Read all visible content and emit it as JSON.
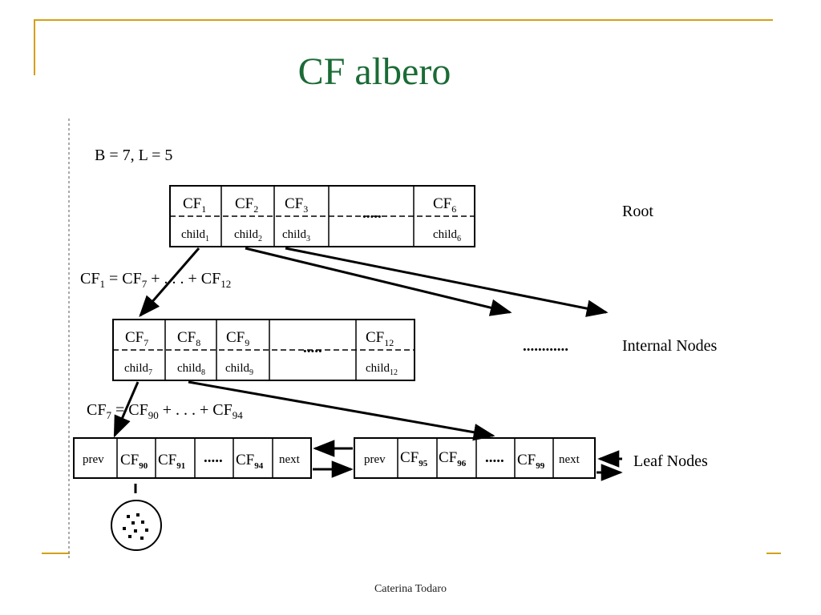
{
  "slide": {
    "title": "CF albero",
    "footer": "Caterina Todaro"
  },
  "diagram": {
    "params": "B = 7, L = 5",
    "labels": {
      "root": "Root",
      "internal": "Internal Nodes",
      "leaf": "Leaf Nodes",
      "internal_dots": "............"
    },
    "eq1": {
      "lhs_base": "CF",
      "lhs_sub": "1",
      "mid_base": "CF",
      "mid_sub": "7",
      "mid_tail": " + . . . + ",
      "rhs_base": "CF",
      "rhs_sub": "12",
      "eq": " = "
    },
    "eq2": {
      "lhs_base": "CF",
      "lhs_sub": "7",
      "mid_base": "CF",
      "mid_sub": "90",
      "mid_tail": " + . . . + ",
      "rhs_base": "CF",
      "rhs_sub": "94",
      "eq": " = "
    },
    "root_node": {
      "cells": [
        {
          "top_base": "CF",
          "top_sub": "1",
          "bot_base": "child",
          "bot_sub": "1"
        },
        {
          "top_base": "CF",
          "top_sub": "2",
          "bot_base": "child",
          "bot_sub": "2"
        },
        {
          "top_base": "CF",
          "top_sub": "3",
          "bot_base": "child",
          "bot_sub": "3"
        },
        {
          "dots": "....."
        },
        {
          "top_base": "CF",
          "top_sub": "6",
          "bot_base": "child",
          "bot_sub": "6"
        }
      ]
    },
    "internal_node": {
      "cells": [
        {
          "top_base": "CF",
          "top_sub": "7",
          "bot_base": "child",
          "bot_sub": "7"
        },
        {
          "top_base": "CF",
          "top_sub": "8",
          "bot_base": "child",
          "bot_sub": "8"
        },
        {
          "top_base": "CF",
          "top_sub": "9",
          "bot_base": "child",
          "bot_sub": "9"
        },
        {
          "dots": "....."
        },
        {
          "top_base": "CF",
          "top_sub": "12",
          "bot_base": "child",
          "bot_sub": "12"
        }
      ]
    },
    "leaf1": {
      "prev": "prev",
      "next": "next",
      "dots": ".....",
      "cells": [
        {
          "base": "CF",
          "sub": "90"
        },
        {
          "base": "CF",
          "sub": "91"
        },
        {
          "base": "CF",
          "sub": "94"
        }
      ]
    },
    "leaf2": {
      "prev": "prev",
      "next": "next",
      "dots": ".....",
      "cells": [
        {
          "base": "CF",
          "sub": "95"
        },
        {
          "base": "CF",
          "sub": "96"
        },
        {
          "base": "CF",
          "sub": "99"
        }
      ]
    }
  }
}
